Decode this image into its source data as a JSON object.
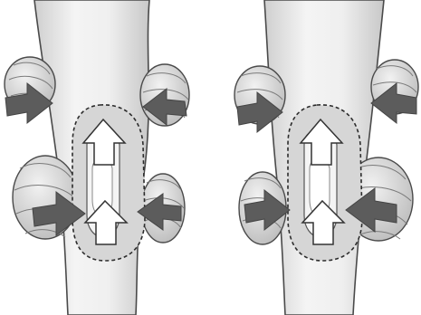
{
  "figure": {
    "panels": [
      {
        "id": "left",
        "arrows": [
          {
            "kind": "gray",
            "direction": "right"
          },
          {
            "kind": "gray",
            "direction": "left"
          },
          {
            "kind": "gray",
            "direction": "right"
          },
          {
            "kind": "gray",
            "direction": "left"
          },
          {
            "kind": "white",
            "direction": "up"
          },
          {
            "kind": "white",
            "direction": "up"
          }
        ]
      },
      {
        "id": "right",
        "arrows": [
          {
            "kind": "gray",
            "direction": "right"
          },
          {
            "kind": "gray",
            "direction": "left"
          },
          {
            "kind": "gray",
            "direction": "right"
          },
          {
            "kind": "gray",
            "direction": "left"
          },
          {
            "kind": "white",
            "direction": "up"
          },
          {
            "kind": "white",
            "direction": "up"
          }
        ]
      }
    ],
    "colors": {
      "leg_fill": "#eaeaea",
      "outline": "#4a4a4a",
      "cushion_fill": "#dcdcdc",
      "arrow_gray": "#5c5c5c",
      "arrow_white": "#ffffff",
      "dashed_zone": "#2c2c2c"
    }
  }
}
